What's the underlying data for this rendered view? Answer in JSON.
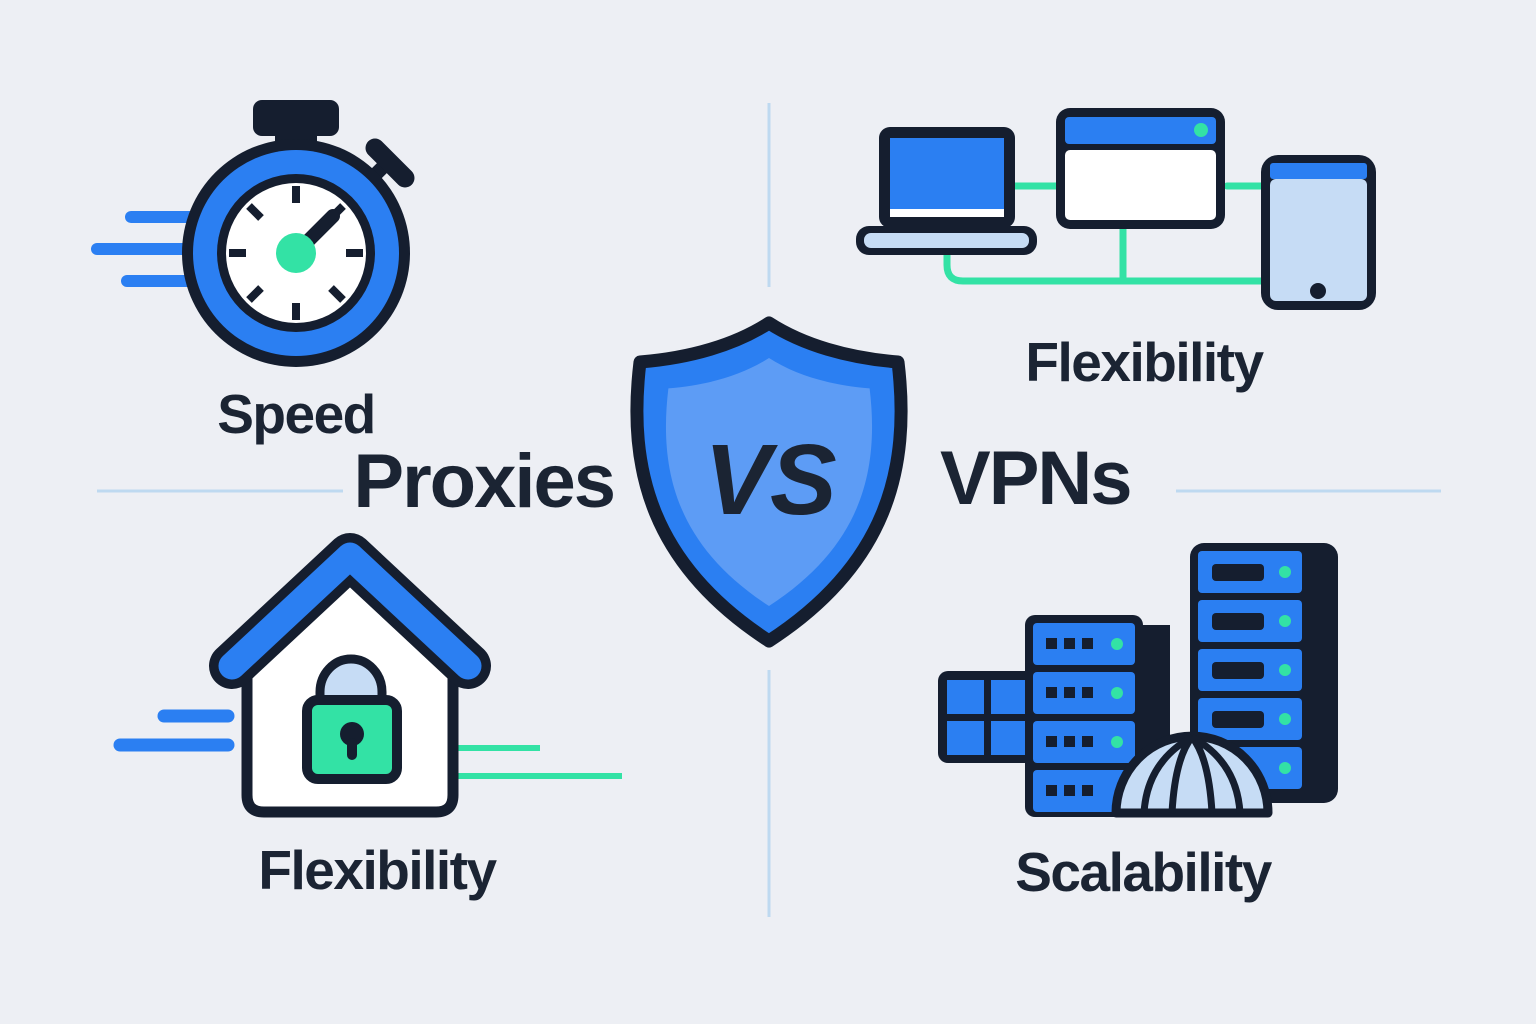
{
  "infographic": {
    "title_left": "Proxies",
    "vs_label": "VS",
    "title_right": "VPNs"
  },
  "quadrants": [
    {
      "position": "top-left",
      "label": "Speed",
      "icon": "stopwatch-icon"
    },
    {
      "position": "top-right",
      "label": "Flexibility",
      "icon": "devices-network-icon"
    },
    {
      "position": "bottom-left",
      "label": "Flexibility",
      "icon": "house-lock-icon"
    },
    {
      "position": "bottom-right",
      "label": "Scalability",
      "icon": "server-stack-icon"
    }
  ],
  "colors": {
    "bg": "#edeff4",
    "blue": "#2b7ff2",
    "dark": "#151e2f",
    "mint": "#33e2a5",
    "light": "#c6dcf5",
    "shield_inner": "#5d9cf5",
    "divider": "#bed9f0",
    "text": "#1b2433"
  }
}
